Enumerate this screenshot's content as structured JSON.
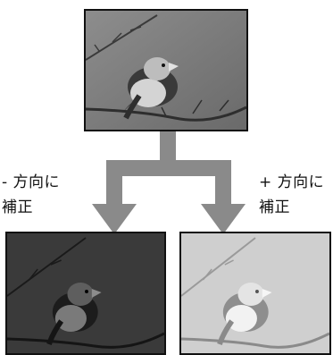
{
  "diagram": {
    "label_minus": "- 方向に\n補正",
    "label_plus": "+ 方向に\n補正",
    "images": {
      "original": "bird-photo-normal",
      "darker": "bird-photo-darker",
      "lighter": "bird-photo-lighter"
    },
    "colors": {
      "arrow": "#8a8a8a",
      "frame": "#111111"
    }
  }
}
